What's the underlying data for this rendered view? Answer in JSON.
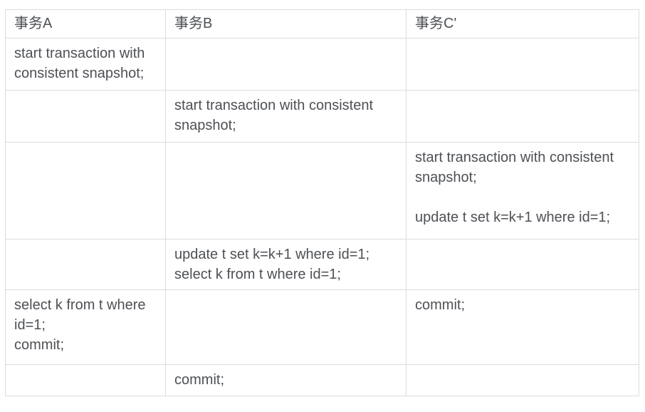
{
  "colors": {
    "background": "#ffffff",
    "border": "#dcdcdc",
    "text": "#4d5055"
  },
  "table": {
    "columns": [
      {
        "label": "事务A"
      },
      {
        "label": "事务B"
      },
      {
        "label": "事务C'"
      }
    ],
    "rows": [
      {
        "cells": [
          [
            "start transaction with consistent snapshot;"
          ],
          [],
          []
        ]
      },
      {
        "cells": [
          [],
          [
            "start transaction with consistent snapshot;"
          ],
          []
        ]
      },
      {
        "cells": [
          [],
          [],
          [
            "start transaction with consistent snapshot;",
            "",
            "update t set k=k+1 where id=1;"
          ]
        ]
      },
      {
        "cells": [
          [],
          [
            "update t set k=k+1 where id=1;",
            "select k from t where id=1;"
          ],
          []
        ]
      },
      {
        "cells": [
          [
            "select k from t where id=1;",
            "commit;"
          ],
          [],
          [
            "commit;"
          ]
        ]
      },
      {
        "cells": [
          [],
          [
            "commit;"
          ],
          []
        ]
      }
    ]
  }
}
